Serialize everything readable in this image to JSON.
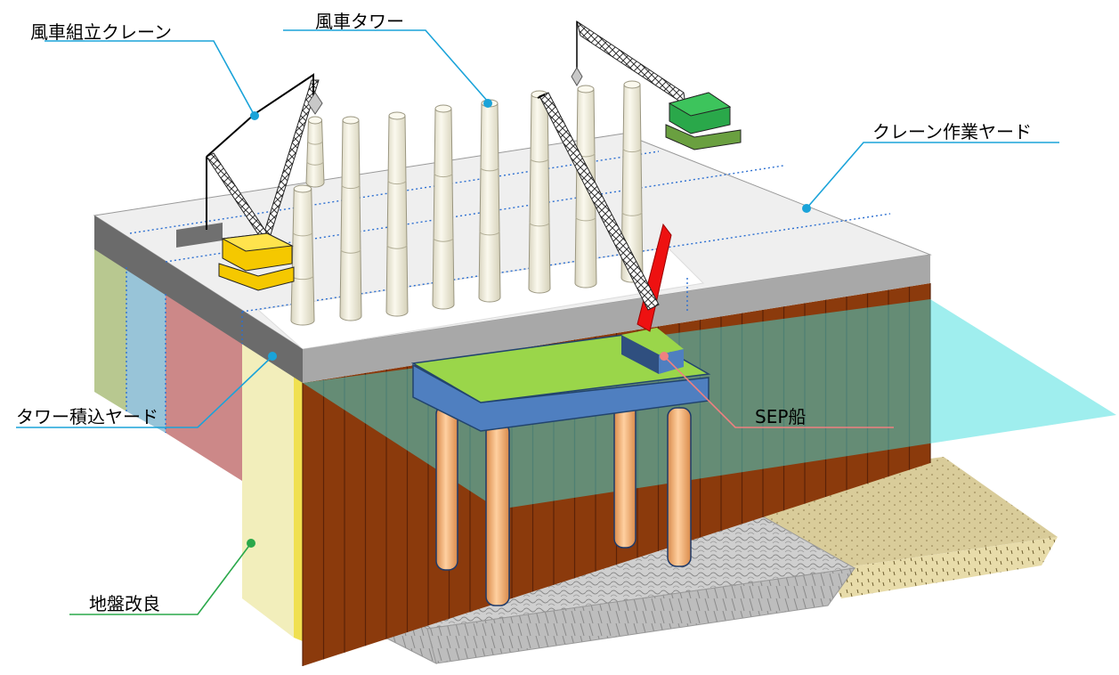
{
  "labels": {
    "crane_assembly": "風車組立クレーン",
    "wind_tower": "風車タワー",
    "crane_yard": "クレーン作業ヤード",
    "tower_loading_yard": "タワー積込ヤード",
    "sep_vessel": "SEP船",
    "ground_improvement": "地盤改良"
  },
  "colors": {
    "leader_blue": "#1aa3d9",
    "leader_red": "#f08080",
    "leader_green": "#2aa84a",
    "deck": "#efefef",
    "wall": "#8b3a0c",
    "water": "#5fe0e0",
    "sep_hull": "#4f7fc0",
    "sep_deck": "#9ad64a",
    "crane_yellow": "#f5c800",
    "crane_green": "#2aa84a",
    "blade": "#ee1111"
  }
}
